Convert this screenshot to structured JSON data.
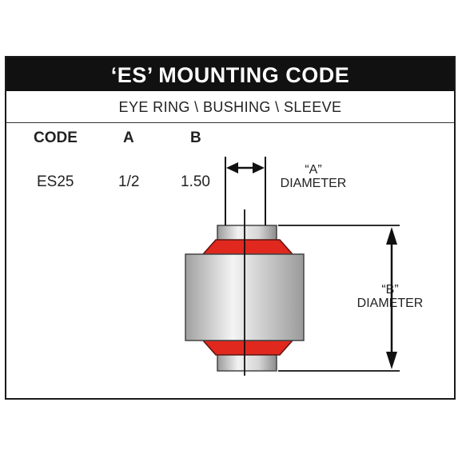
{
  "header": {
    "title": "‘ES’ MOUNTING CODE",
    "subtitle": "EYE RING \\ BUSHING \\ SLEEVE"
  },
  "table": {
    "columns": [
      "CODE",
      "A",
      "B"
    ],
    "rows": [
      [
        "ES25",
        "1/2",
        "1.50"
      ]
    ]
  },
  "dimensions": {
    "a_label_line1": "“A”",
    "a_label_line2": "DIAMETER",
    "b_label_line1": "“B”",
    "b_label_line2": "DIAMETER"
  },
  "colors": {
    "title_bar": "#111111",
    "bushing_red": "#e0281e",
    "sleeve_grey": "#c9c9c9"
  }
}
